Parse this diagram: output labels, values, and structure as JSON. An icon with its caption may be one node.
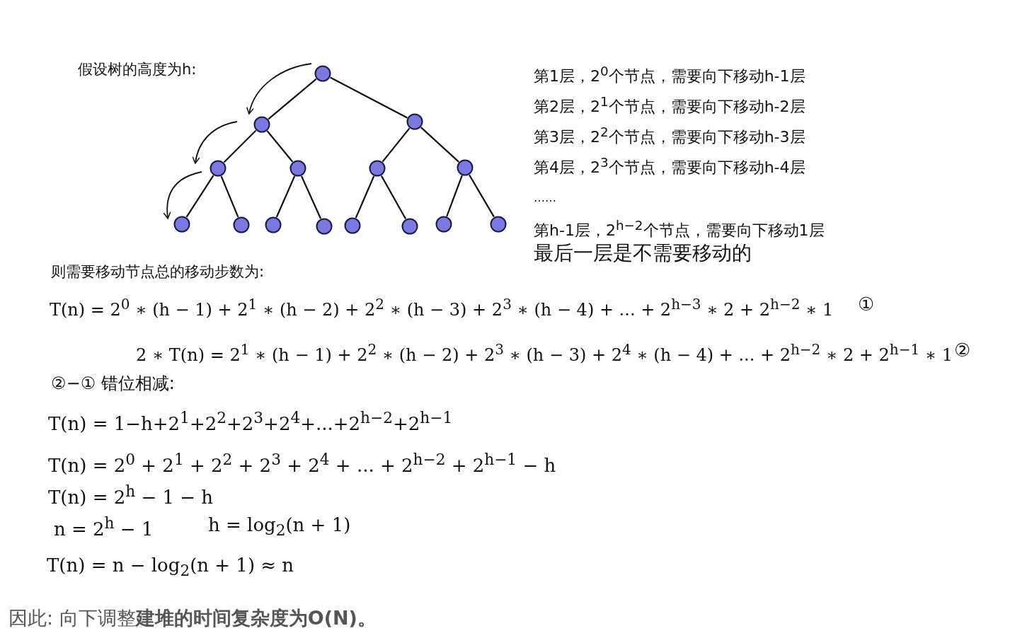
{
  "diagram": {
    "nodes": [
      {
        "text": [],
        "shape": "circle"
      },
      {
        "text": [],
        "shape": "circle"
      },
      {
        "text": [],
        "shape": "circle"
      },
      {
        "text": [],
        "shape": "circle"
      },
      {
        "text": [],
        "shape": "circle"
      },
      {
        "text": [],
        "shape": "circle"
      },
      {
        "text": [],
        "shape": "circle"
      },
      {
        "text": [],
        "shape": "circle"
      },
      {
        "text": [],
        "shape": "circle"
      },
      {
        "text": [],
        "shape": "circle"
      },
      {
        "text": [],
        "shape": "circle"
      },
      {
        "text": [],
        "shape": "circle"
      },
      {
        "text": [],
        "shape": "circle"
      },
      {
        "text": [],
        "shape": "circle"
      },
      {
        "text": [],
        "shape": "circle"
      }
    ],
    "edges": [
      {
        "from": 0,
        "to": 1,
        "arrow": "none"
      },
      {
        "from": 0,
        "to": 2,
        "arrow": "none"
      },
      {
        "from": 1,
        "to": 3,
        "arrow": "none"
      },
      {
        "from": 1,
        "to": 4,
        "arrow": "none"
      },
      {
        "from": 2,
        "to": 5,
        "arrow": "none"
      },
      {
        "from": 2,
        "to": 6,
        "arrow": "none"
      },
      {
        "from": 3,
        "to": 7,
        "arrow": "none"
      },
      {
        "from": 3,
        "to": 8,
        "arrow": "none"
      },
      {
        "from": 4,
        "to": 9,
        "arrow": "none"
      },
      {
        "from": 4,
        "to": 10,
        "arrow": "none"
      },
      {
        "from": 5,
        "to": 11,
        "arrow": "none"
      },
      {
        "from": 5,
        "to": 12,
        "arrow": "none"
      },
      {
        "from": 6,
        "to": 13,
        "arrow": "none"
      },
      {
        "from": 6,
        "to": 14,
        "arrow": "none"
      }
    ],
    "labels": [
      "假设树的高度为h:",
      "第1层，2$^{0}$个节点，需要向下移动h-1层",
      "第2层，2$^{1}$个节点，需要向下移动h-2层",
      "第3层，2$^{2}$个节点，需要向下移动h-3层",
      "第4层，2$^{3}$个节点，需要向下移动h-4层",
      "……",
      "第h-1层，2$^{h−2}$个节点，需要向下移动1层",
      "最后一层是不需要移动的",
      "则需要移动节点总的移动步数为:",
      "T(n) = 2$^{0}$ ∗ (h − 1) + 2$^{1}$ ∗ (h − 2) + 2$^{2}$ ∗ (h − 3) + 2$^{3}$ ∗ (h − 4) + ... + 2$^{h−3}$ ∗ 2 + 2$^{h−2}$ ∗ 1",
      "①",
      "2 ∗ T(n) = 2$^{1}$ ∗ (h − 1) + 2$^{2}$ ∗ (h − 2) + 2$^{3}$ ∗ (h − 3) + 2$^{4}$ ∗ (h − 4) + ... + 2$^{h−2}$ ∗ 2 + 2$^{h−1}$ ∗ 1",
      "②",
      "②−① 错位相减:",
      "T(n) = 1−h+2$^{1}$+2$^{2}$+2$^{3}$+2$^{4}$+...+2$^{h−2}$+2$^{h−1}$",
      "T(n) = 2$^{0}$ + 2$^{1}$ + 2$^{2}$ + 2$^{3}$ + 2$^{4}$ + ... + 2$^{h−2}$ + 2$^{h−1}$ − h",
      "T(n) = 2$^{h}$ − 1 − h",
      "n = 2$^{h}$ − 1",
      "h = log$_{2}$(n + 1)",
      "T(n) = n − log$_{2}$(n + 1) ≈ n",
      "因此: 向下调整**建堆的时间复杂度为O(N)。**"
    ]
  }
}
